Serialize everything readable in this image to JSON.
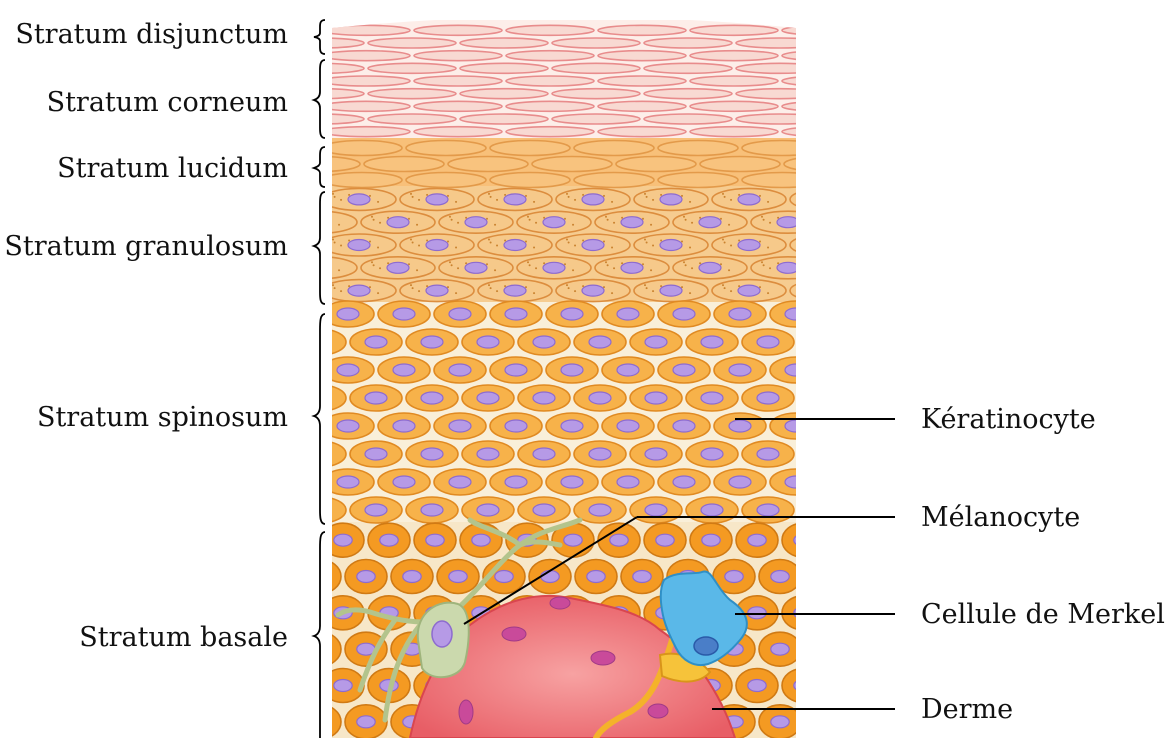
{
  "layers": [
    {
      "id": "disjunctum",
      "label": "Stratum disjunctum"
    },
    {
      "id": "corneum",
      "label": "Stratum corneum"
    },
    {
      "id": "lucidum",
      "label": "Stratum lucidum"
    },
    {
      "id": "granulosum",
      "label": "Stratum granulosum"
    },
    {
      "id": "spinosum",
      "label": "Stratum spinosum"
    },
    {
      "id": "basale",
      "label": "Stratum basale"
    }
  ],
  "callouts": [
    {
      "id": "keratinocyte",
      "label": "Kératinocyte"
    },
    {
      "id": "melanocyte",
      "label": "Mélanocyte"
    },
    {
      "id": "merkel",
      "label": "Cellule de Merkel"
    },
    {
      "id": "derme",
      "label": "Derme"
    }
  ],
  "colors": {
    "corneum": "#f8d9d2",
    "corneum_stroke": "#e88c8c",
    "granulosum": "#f6c98a",
    "spinosum": "#f7b24a",
    "basale": "#f49a22",
    "nucleus": "#b69ae6",
    "melanocyte": "#c9d7a8",
    "merkel": "#5ab8e8",
    "derme": "#ee6e72",
    "nerve": "#f4b22a"
  }
}
